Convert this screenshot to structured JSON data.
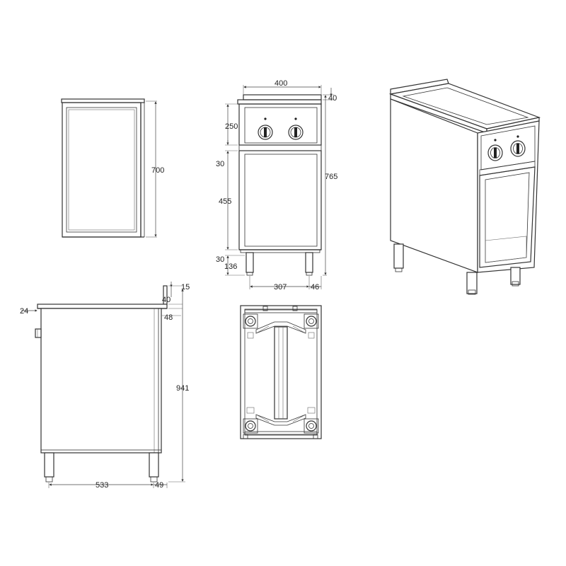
{
  "dimensions": {
    "top_view": {
      "depth": "700"
    },
    "front_view": {
      "width": "400",
      "backsplash": "40",
      "control_panel": "250",
      "gap_upper": "30",
      "cabinet_opening": "455",
      "gap_lower": "30",
      "leg_height": "136",
      "leg_span": "307",
      "leg_offset": "46",
      "total_height": "765"
    },
    "side_view": {
      "top_15": "15",
      "top_40": "40",
      "top_48": "48",
      "overhang": "24",
      "total_height": "941",
      "leg_span": "533",
      "leg_offset": "49"
    }
  },
  "colors": {
    "line": "#333333",
    "background": "#ffffff"
  }
}
